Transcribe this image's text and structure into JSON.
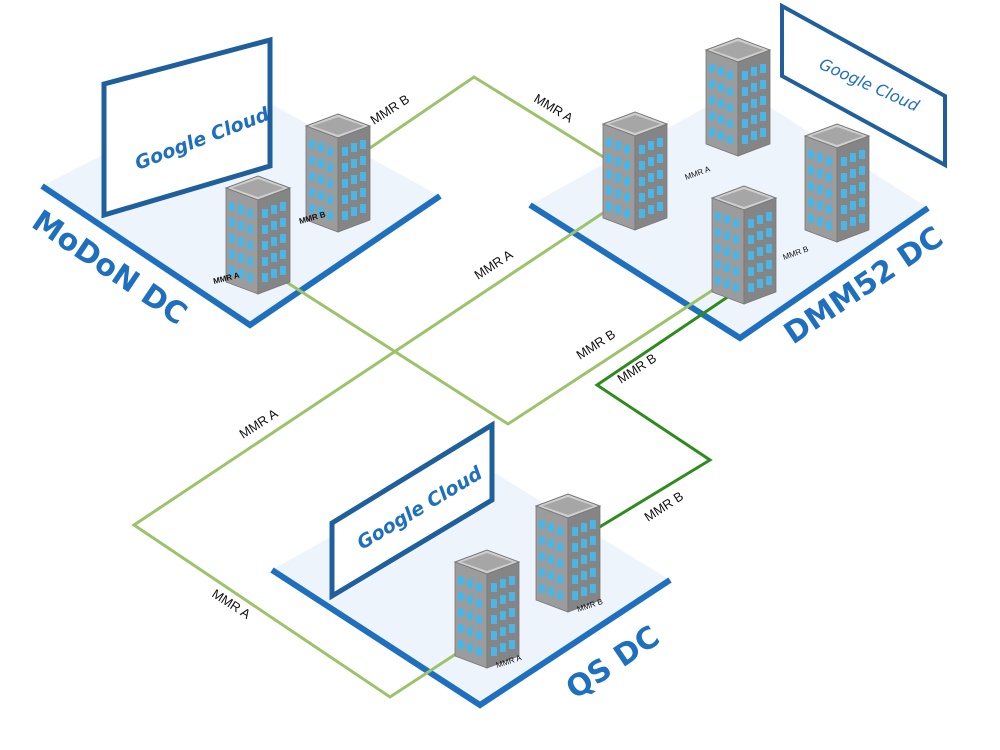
{
  "datacenters": {
    "modon": {
      "name": "MoDoN DC",
      "cloud": "Google Cloud",
      "bld_a": "MMR A",
      "bld_b": "MMR B"
    },
    "dmm52": {
      "name": "DMM52 DC",
      "cloud": "Google Cloud",
      "bld_a": "MMR A",
      "bld_b": "MMR B"
    },
    "qs": {
      "name": "QS DC",
      "cloud": "Google Cloud",
      "bld_a": "MMR A",
      "bld_b": "MMR B"
    }
  },
  "links": {
    "modon_b_dmm52_a_1": "MMR B",
    "modon_b_dmm52_a_2": "MMR A",
    "dmm52_a_qs_a_1": "MMR A",
    "dmm52_a_qs_a_2": "MMR A",
    "dmm52_a_qs_a_3": "MMR A",
    "modon_a_dmm52_b": "MMR B",
    "dmm52_b_qs_b_1": "MMR B",
    "dmm52_b_qs_b_2": "MMR B"
  },
  "colors": {
    "platform": "#eef4fc",
    "platform_edge": "#1f6fbf",
    "link_light": "#9dc36a",
    "link_dark": "#2e8b1e",
    "building_face": "#9c9c9c",
    "building_side": "#7d7d7d",
    "window": "#4bb6e6"
  }
}
